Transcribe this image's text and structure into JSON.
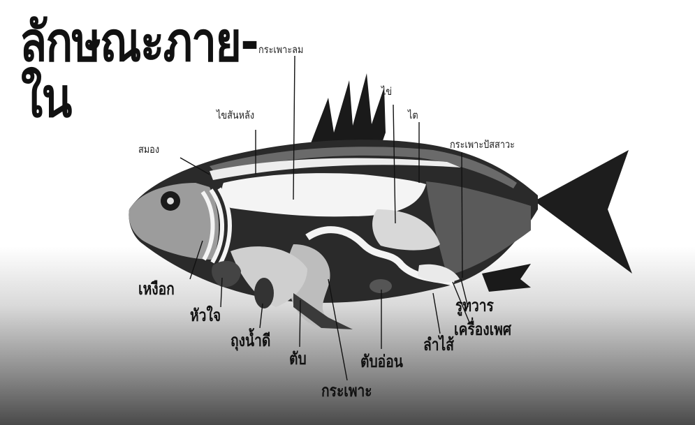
{
  "title": {
    "line1": "ลักษณะภาย-",
    "line2": "ใน"
  },
  "labels": {
    "swim_bladder": "กระเพาะลม",
    "spinal_cord": "ไขสันหลัง",
    "brain": "สมอง",
    "egg": "ไข่",
    "kidney": "ไต",
    "urinary_bladder": "กระเพาะปัสสาวะ",
    "gill": "เหงือก",
    "heart": "หัวใจ",
    "gall_bladder": "ถุงน้ำดี",
    "liver": "ตับ",
    "stomach": "กระเพาะ",
    "pancreas": "ตับอ่อน",
    "intestine": "ลำไส้",
    "anus": "รูทวาร",
    "genital_organ": "เครื่องเพศ"
  },
  "colors": {
    "ink": "#111111",
    "fish_body": "#2a2a2a",
    "organ_light": "#f4f4f4",
    "organ_mid": "#b8b8b8"
  }
}
